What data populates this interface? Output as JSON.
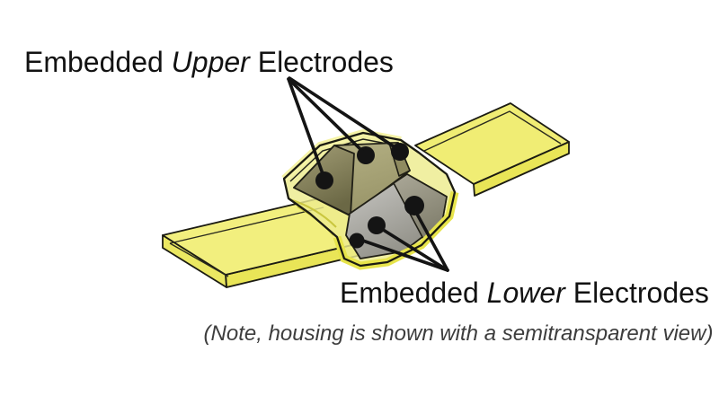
{
  "figure": {
    "upper_label": {
      "prefix": "Embedded ",
      "emphasis": "Upper",
      "suffix": " Electrodes"
    },
    "lower_label": {
      "prefix": "Embedded ",
      "emphasis": "Lower",
      "suffix": " Electrodes"
    },
    "note": "(Note, housing is shown with a semitransparent view)",
    "electrodes": {
      "upper_count": 3,
      "lower_count": 3
    },
    "colors": {
      "housing_yellow": "#f2ef7e",
      "rim_yellow": "#e7e44b",
      "upper_plate_olive": "#a39e76",
      "lower_plate_gray": "#c9c8c5",
      "electrode_black": "#141414",
      "note_gray": "#3d3d3d"
    }
  }
}
